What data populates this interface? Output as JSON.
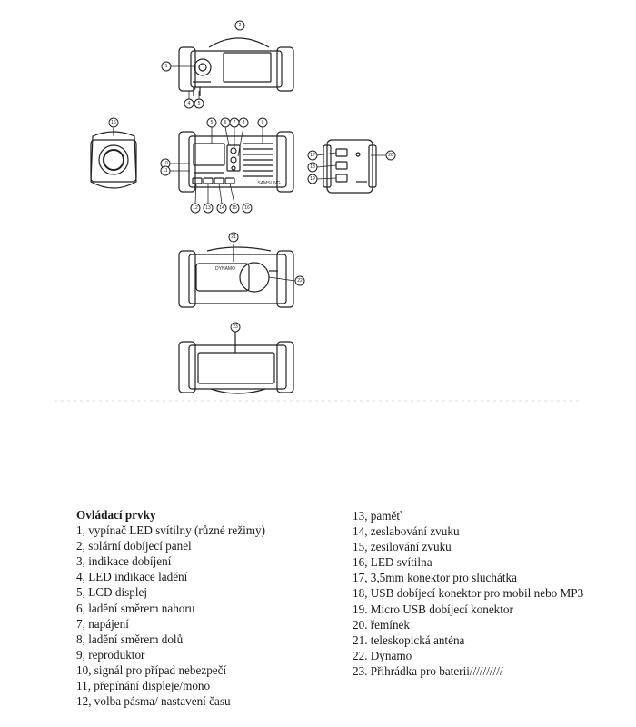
{
  "diagram": {
    "callouts": {
      "top_view": [
        "2",
        "1",
        "4",
        "5"
      ],
      "front_view": [
        "5",
        "6",
        "7",
        "8",
        "9",
        "10",
        "11",
        "12",
        "13",
        "14",
        "15",
        "16"
      ],
      "left_view": [
        "16"
      ],
      "right_view": [
        "17",
        "18",
        "19",
        "20"
      ],
      "back_view": [
        "21",
        "22"
      ],
      "bottom_view": [
        "23"
      ]
    },
    "device_labels": {
      "front_brand": "SAMSUNG",
      "back_brand": "DYNAMO"
    }
  },
  "legend": {
    "title": "Ovládací prvky",
    "left_items": [
      "1, vypínač LED svítilny (různé režimy)",
      "2, solární dobíjecí panel",
      "3, indikace dobíjení",
      "4, LED indikace ladění",
      "5, LCD displej",
      "6, ladění směrem nahoru",
      "7, napájení",
      "8, ladění směrem dolů",
      "9, reproduktor",
      "10, signál pro případ nebezpečí",
      "11, přepínání displeje/mono",
      "12, volba pásma/ nastavení času"
    ],
    "right_items": [
      "13, paměť",
      "14, zeslabování zvuku",
      "15, zesilování zvuku",
      "16, LED svítilna",
      "17, 3,5mm konektor pro sluchátka",
      "18, USB dobíjecí konektor pro mobil nebo MP3",
      "19. Micro USB dobíjecí konektor",
      "20. řemínek",
      "21. teleskopická anténa",
      "22. Dynamo",
      "23. Přihrádka pro baterii//////////"
    ]
  }
}
